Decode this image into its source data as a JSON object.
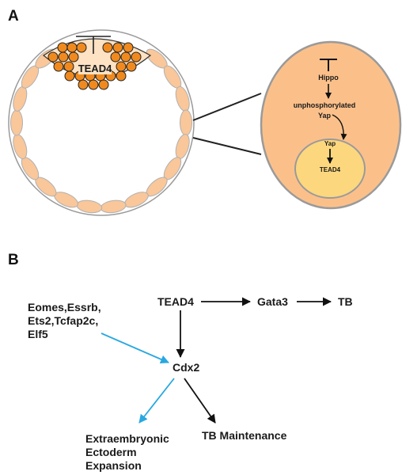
{
  "panel_a": {
    "label": "A",
    "icm_label": "TEAD4",
    "inset": {
      "hippo": "Hippo",
      "unphosphorylated": "unphosphorylated",
      "yap_cytoplasm": "Yap",
      "yap_nucleus": "Yap",
      "tead4": "TEAD4"
    }
  },
  "panel_b": {
    "label": "B",
    "tfs": [
      "Eomes,Essrb,",
      "Ets2,Tcfap2c,",
      "Elf5"
    ],
    "tead4": "TEAD4",
    "gata3": "Gata3",
    "tb": "TB",
    "cdx2": "Cdx2",
    "tb_maintenance": "TB Maintenance",
    "extraembryonic": [
      "Extraembryonic",
      "Ectoderm",
      "Expansion"
    ]
  },
  "colors": {
    "cell_fill": "#f9c79a",
    "cell_stroke": "#b0b0b0",
    "icm_cell": "#f08a1e",
    "inset_fill": "#fbc08a",
    "nucleus_fill": "#fcd77e",
    "blue_arrow": "#29a8e0",
    "black": "#111111"
  }
}
